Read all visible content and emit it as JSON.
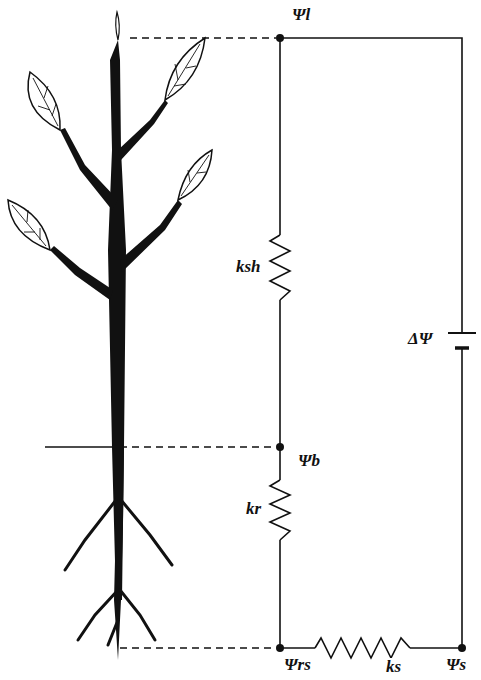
{
  "diagram": {
    "labels": [
      "Ψl",
      "ksh",
      "Ψb",
      "kr",
      "ΔΨ",
      "Ψrs",
      "ks",
      "Ψs"
    ]
  }
}
